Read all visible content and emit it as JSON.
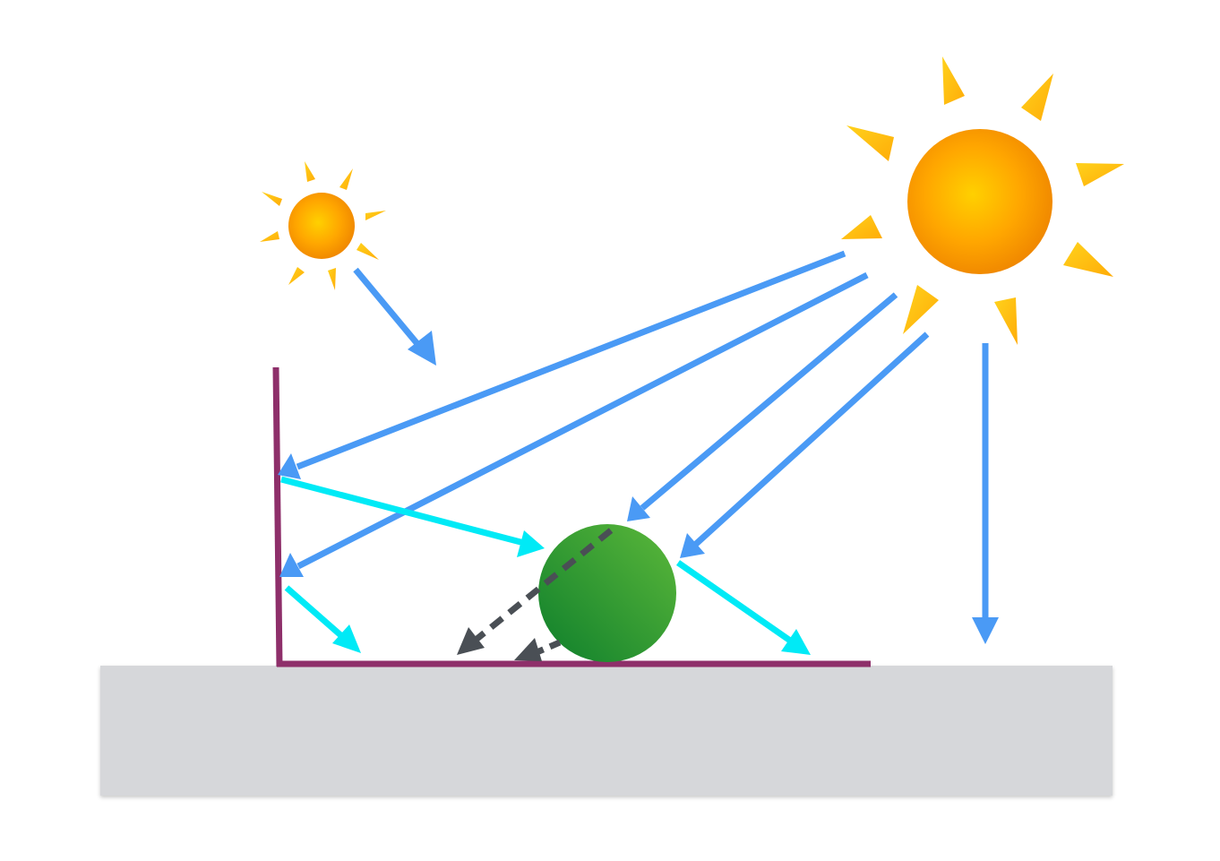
{
  "diagram": {
    "elements": {
      "small_sun": {
        "icon": "sun-icon"
      },
      "large_sun": {
        "icon": "sun-icon"
      },
      "ground": {
        "icon": "ground-slab"
      },
      "wall": {
        "icon": "wall-surface"
      },
      "floor": {
        "icon": "floor-surface"
      },
      "sphere": {
        "icon": "sphere"
      }
    },
    "ray_kinds": [
      "direct-light",
      "reflected-light",
      "shadow-ray"
    ],
    "colors": {
      "background": "#ffffff",
      "ground": "#d6d7da",
      "surface": "#8e2f6a",
      "direct_ray": "#4a9af5",
      "reflected_ray": "#00eaf6",
      "shadow_ray": "#4a4f55",
      "sun_core": "#ffcc00",
      "sun_mid": "#ffa000",
      "sun_edge": "#ee8a00",
      "sun_ray": "#ffbf10",
      "sphere_light": "#58b33a",
      "sphere_dark": "#12822e"
    }
  }
}
